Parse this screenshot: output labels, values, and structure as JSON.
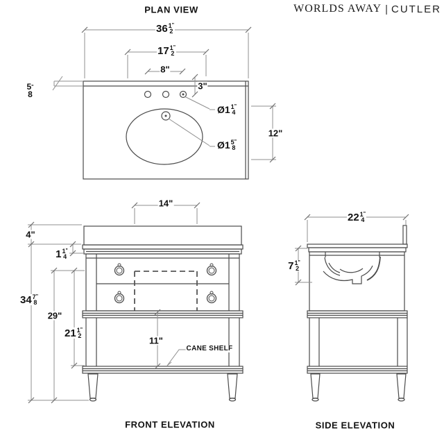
{
  "header": {
    "plan_title": "PLAN VIEW",
    "brand_primary": "WORLDS AWAY",
    "brand_divider": "|",
    "brand_secondary": "CUTLER"
  },
  "plan_view": {
    "overall_width": {
      "whole": "36",
      "num": "1",
      "den": "2",
      "unit": "\""
    },
    "cutout_width": {
      "whole": "17",
      "num": "1",
      "den": "2",
      "unit": "\""
    },
    "faucet_spread": "8\"",
    "backsplash_thickness": {
      "num": "5",
      "den": "8",
      "unit": "\""
    },
    "hole_setback": "3\"",
    "faucet_hole_dia": {
      "prefix": "Ø1",
      "num": "1",
      "den": "4",
      "unit": "\""
    },
    "drain_hole_dia": {
      "prefix": "Ø1",
      "num": "5",
      "den": "8",
      "unit": "\""
    },
    "bowl_length": "12\""
  },
  "front_elevation": {
    "title": "FRONT ELEVATION",
    "sink_width": "14\"",
    "backsplash_height": "4\"",
    "counter_thickness": {
      "whole": "1",
      "num": "1",
      "den": "4",
      "unit": "\""
    },
    "overall_height": {
      "whole": "34",
      "num": "7",
      "den": "8",
      "unit": "\""
    },
    "base_height": "29\"",
    "shelf_height": {
      "whole": "21",
      "num": "1",
      "den": "2",
      "unit": "\""
    },
    "shelf_clearance": "11\"",
    "shelf_note": "CANE SHELF"
  },
  "side_elevation": {
    "title": "SIDE ELEVATION",
    "overall_depth": {
      "whole": "22",
      "num": "1",
      "den": "4",
      "unit": "\""
    },
    "bowl_depth": {
      "whole": "7",
      "num": "1",
      "den": "2",
      "unit": "\""
    }
  }
}
